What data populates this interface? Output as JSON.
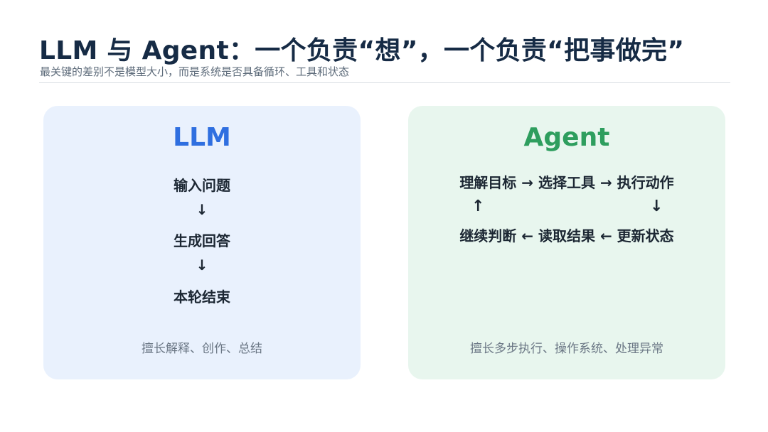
{
  "header": {
    "title": "LLM 与 Agent：一个负责“想”，一个负责“把事做完”",
    "subtitle": "最关键的差别不是模型大小，而是系统是否具备循环、工具和状态"
  },
  "llm_card": {
    "heading": "LLM",
    "steps": [
      "输入问题",
      "生成回答",
      "本轮结束"
    ],
    "arrow": "↓",
    "footer": "擅长解释、创作、总结"
  },
  "agent_card": {
    "heading": "Agent",
    "row1": "理解目标 → 选择工具 → 执行动作",
    "up_arrow": "↑",
    "down_arrow": "↓",
    "row2": "继续判断 ← 读取结果 ← 更新状态",
    "footer": "擅长多步执行、操作系统、处理异常"
  },
  "colors": {
    "title": "#162b45",
    "llm_accent": "#2f6fe0",
    "agent_accent": "#2e9e5e",
    "llm_bg": "#e9f1fd",
    "agent_bg": "#e8f6ee"
  }
}
